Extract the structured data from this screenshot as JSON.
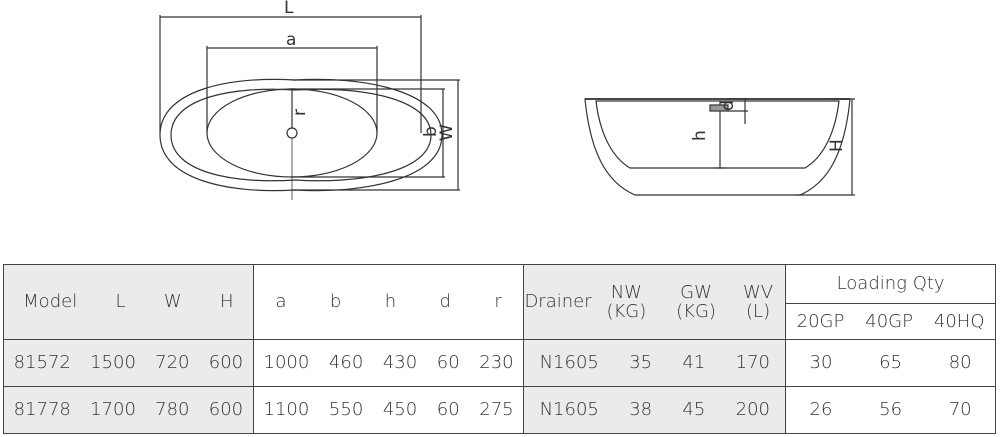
{
  "diagram": {
    "top_view_labels": {
      "length": "L",
      "inner_length": "a",
      "width": "W",
      "inner_width": "b",
      "radius": "r"
    },
    "side_view_labels": {
      "height": "H",
      "inner_height": "h",
      "drain_depth": "d"
    }
  },
  "table": {
    "headers": {
      "model": "Model",
      "L": "L",
      "W": "W",
      "H": "H",
      "a": "a",
      "b": "b",
      "h": "h",
      "d": "d",
      "r": "r",
      "drainer": "Drainer",
      "nw_top": "NW",
      "nw_unit": "(KG)",
      "gw_top": "GW",
      "gw_unit": "(KG)",
      "wv_top": "WV",
      "wv_unit": "(L)",
      "loading": "Loading Qty",
      "gp20": "20GP",
      "gp40": "40GP",
      "hq40": "40HQ"
    },
    "rows": [
      {
        "model": "81572",
        "L": "1500",
        "W": "720",
        "H": "600",
        "a": "1000",
        "b": "460",
        "h": "430",
        "d": "60",
        "r": "230",
        "drainer": "N1605",
        "nw": "35",
        "gw": "41",
        "wv": "170",
        "gp20": "30",
        "gp40": "65",
        "hq40": "80"
      },
      {
        "model": "81778",
        "L": "1700",
        "W": "780",
        "H": "600",
        "a": "1100",
        "b": "550",
        "h": "450",
        "d": "60",
        "r": "275",
        "drainer": "N1605",
        "nw": "38",
        "gw": "45",
        "wv": "200",
        "gp20": "26",
        "gp40": "56",
        "hq40": "70"
      }
    ]
  }
}
